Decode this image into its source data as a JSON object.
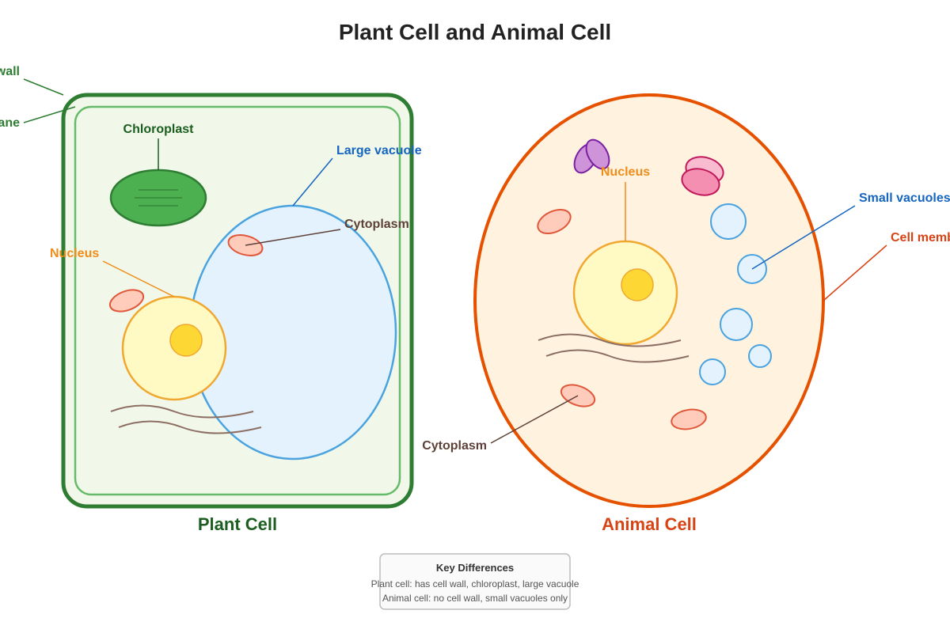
{
  "title": "Plant Cell and Animal Cell",
  "plant": {
    "caption": "Plant Cell",
    "labels": {
      "cell_wall": "Cell wall",
      "cell_membrane": "Cell membrane",
      "chloroplast": "Chloroplast",
      "large_vacuole": "Large vacuole",
      "cytoplasm": "Cytoplasm",
      "nucleus": "Nucleus"
    }
  },
  "animal": {
    "caption": "Animal Cell",
    "labels": {
      "nucleus": "Nucleus",
      "small_vacuoles": "Small vacuoles",
      "cell_membrane": "Cell membrane",
      "cytoplasm": "Cytoplasm"
    }
  },
  "key": {
    "heading": "Key Differences",
    "lines": [
      "Plant cell: has cell wall, chloroplast, large vacuole",
      "Animal cell: no cell wall, small vacuoles only"
    ]
  },
  "colors": {
    "plant_wall": "#2e7d32",
    "plant_membrane": "#66bb6a",
    "plant_fill": "#f1f8e9",
    "chloroplast": "#4caf50",
    "vacuole_stroke": "#4aa3df",
    "vacuole_fill": "#e3f2fd",
    "nucleus_stroke": "#f0a830",
    "nucleus_fill": "#fff9c4",
    "nucleolus": "#fdd835",
    "mitochondria_stroke": "#e0573a",
    "mitochondria_fill": "#ffccbc",
    "animal_membrane": "#e65100",
    "animal_fill": "#fff3e0",
    "er_line": "#8d6e63",
    "golgi_stroke": "#c2185b",
    "golgi_fill": "#f48fb1",
    "centriole_stroke": "#7b1fa2",
    "centriole_fill": "#ce93d8",
    "label_green": "#2e7d32",
    "label_dark_green": "#1b5e20",
    "label_blue": "#1565c0",
    "label_brown": "#5d4037",
    "label_orange": "#ef8c1a",
    "label_dark_orange": "#d84315"
  }
}
